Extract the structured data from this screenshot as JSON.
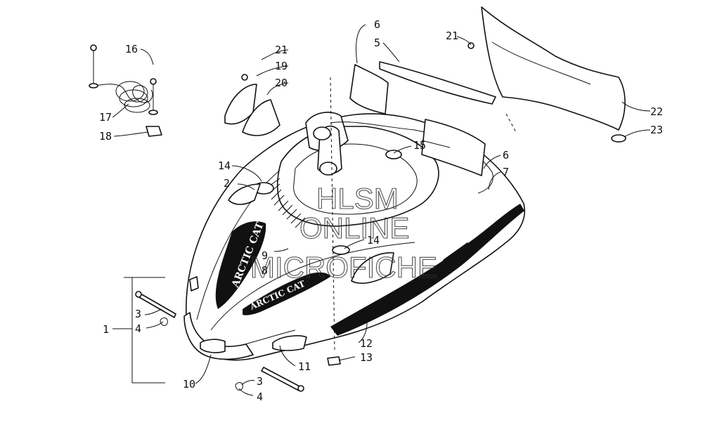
{
  "callouts": {
    "c1": "1",
    "c2": "2",
    "c3a": "3",
    "c4a": "4",
    "c3b": "3",
    "c4b": "4",
    "c5": "5",
    "c6a": "6",
    "c6b": "6",
    "c7": "7",
    "c8": "8",
    "c9": "9",
    "c10": "10",
    "c11": "11",
    "c12": "12",
    "c13": "13",
    "c14a": "14",
    "c14b": "14",
    "c15": "15",
    "c16": "16",
    "c17": "17",
    "c18": "18",
    "c19": "19",
    "c20": "20",
    "c21a": "21",
    "c21b": "21",
    "c22": "22",
    "c23": "23"
  },
  "decal": {
    "brand": "ARCTIC CAT"
  },
  "watermark": {
    "line1": "HLSM",
    "line2": "ONLINE",
    "line3": "MICROFICHE"
  }
}
